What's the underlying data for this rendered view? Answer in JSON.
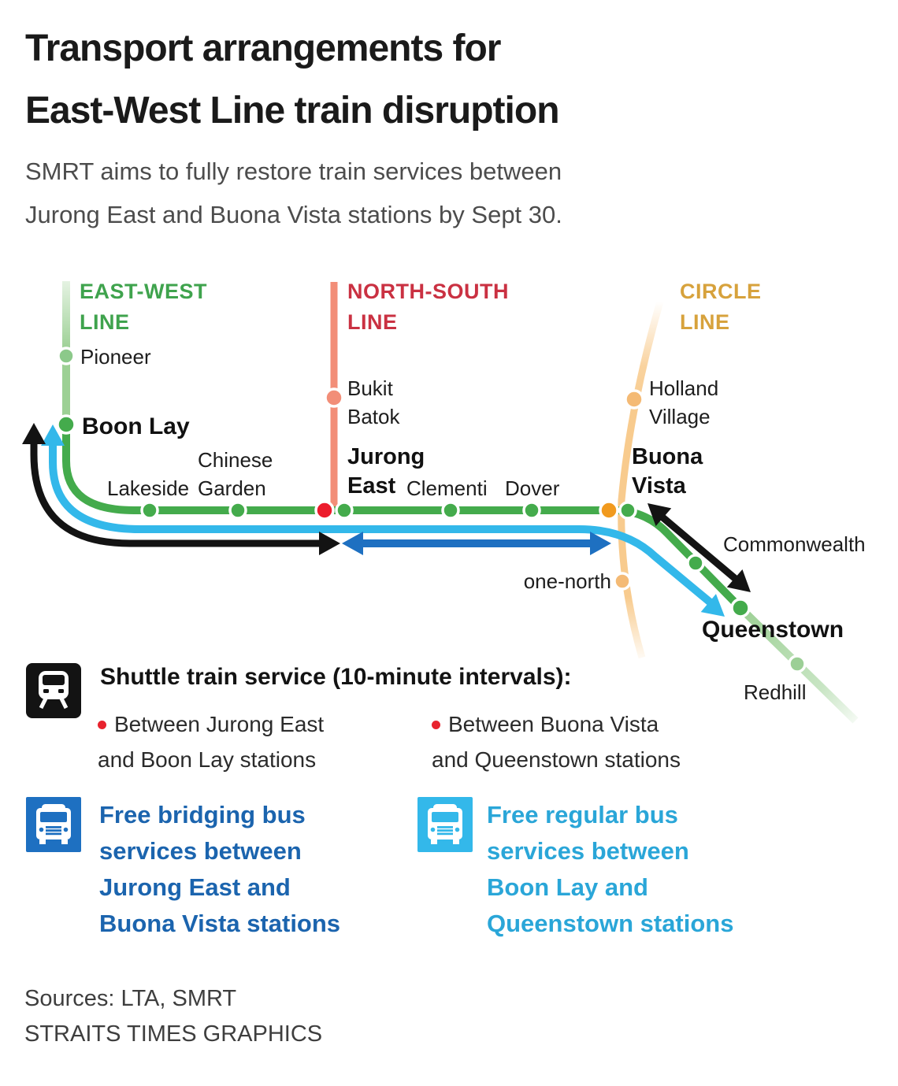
{
  "header": {
    "title_lines": [
      "Transport arrangements for",
      "East-West Line train disruption"
    ],
    "subtitle_lines": [
      "SMRT aims to fully restore train services between",
      "Jurong East and Buona Vista stations by Sept 30."
    ]
  },
  "colors": {
    "ew_green": "#44ab4c",
    "ew_green_light": "#9cd094",
    "pioneer_dot": "#8cc98a",
    "redhill_dot": "#9ccf96",
    "ew_label": "#3fa34d",
    "ns_salmon": "#f28e78",
    "ns_label": "#ca3142",
    "jurong_east_dot": "#ec1c2c",
    "circle_line": "#f8cb8e",
    "circle_label": "#d7a23c",
    "circle_dot": "#f4ba75",
    "buona_vista_dot": "#f19a1e",
    "shuttle_black": "#131313",
    "bridging_blue": "#1e70c1",
    "bridging_text": "#1b64ae",
    "regular_cyan": "#33b8ea",
    "regular_text": "#2aa6d8",
    "bullet_red": "#e8232e"
  },
  "map": {
    "lines": {
      "east_west": {
        "label": [
          "EAST-WEST",
          "LINE"
        ]
      },
      "north_south": {
        "label": [
          "NORTH-SOUTH",
          "LINE"
        ]
      },
      "circle": {
        "label": [
          "CIRCLE",
          "LINE"
        ]
      }
    },
    "stations": {
      "pioneer": "Pioneer",
      "boon_lay": "Boon Lay",
      "lakeside": "Lakeside",
      "chinese_garden": [
        "Chinese",
        "Garden"
      ],
      "bukit_batok": [
        "Bukit",
        "Batok"
      ],
      "jurong_east": [
        "Jurong",
        "East"
      ],
      "clementi": "Clementi",
      "dover": "Dover",
      "holland_village": [
        "Holland",
        "Village"
      ],
      "buona_vista": [
        "Buona",
        "Vista"
      ],
      "commonwealth": "Commonwealth",
      "one_north": "one-north",
      "queenstown": "Queenstown",
      "redhill": "Redhill"
    }
  },
  "legend": {
    "shuttle": {
      "heading": "Shuttle train service (10-minute intervals):",
      "items": [
        {
          "lines": [
            "Between Jurong East",
            "and Boon Lay stations"
          ]
        },
        {
          "lines": [
            "Between Buona Vista",
            "and Queenstown stations"
          ]
        }
      ]
    },
    "buses": [
      {
        "lines": [
          "Free bridging bus",
          "services between",
          "Jurong East and",
          "Buona Vista stations"
        ]
      },
      {
        "lines": [
          "Free regular bus",
          "services between",
          "Boon Lay and",
          "Queenstown stations"
        ]
      }
    ]
  },
  "footer": {
    "sources": "Sources: LTA, SMRT",
    "credit": "STRAITS TIMES GRAPHICS"
  }
}
